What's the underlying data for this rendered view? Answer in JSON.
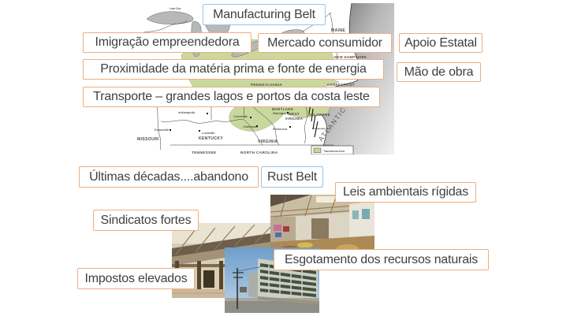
{
  "colors": {
    "orange_border": "#EFAD7E",
    "blue_border": "#9DC3E6",
    "text": "#3F3F3F",
    "belt_green": "#C9D89E",
    "lake_gray": "#B8B8B8"
  },
  "boxes": {
    "manufacturing_belt": "Manufacturing Belt",
    "imigracao": "Imigração empreendedora",
    "mercado": "Mercado consumidor",
    "apoio": "Apoio Estatal",
    "proximidade": "Proximidade da matéria prima e fonte de energia",
    "mao_de_obra": "Mão de obra",
    "transporte": "Transporte – grandes lagos e portos da costa leste",
    "ultimas": "Últimas décadas....abandono",
    "rust_belt": "Rust Belt",
    "leis": "Leis ambientais rígidas",
    "sindicatos": "Sindicatos fortes",
    "esgotamento": "Esgotamento dos recursos naturais",
    "impostos": "Impostos elevados"
  },
  "map": {
    "state_labels": {
      "maine": "MAINE",
      "new_hampshire": "NEW HAMPSHIRE",
      "connecticut": "CONNECTICUT",
      "pennsylvania": "PENNSYLVANIA",
      "maryland": "MARYLAND",
      "delaware": "DELAWARE",
      "west_virginia_line1": "WEST",
      "west_virginia_line2": "VIRGINIA",
      "virginia": "VIRGINIA",
      "kentucky": "KENTUCKY",
      "missouri": "MISSOURI",
      "tennessee": "TENNESSEE",
      "north_carolina": "NORTH CAROLINA"
    },
    "cities": {
      "indianapolis": "Indianapolis",
      "cincinnati": "Cincinnati",
      "evansville": "Evansville",
      "louisville": "Louisville",
      "charleston": "Charleston",
      "richmond": "Richmond",
      "washington": "Washington"
    },
    "lake_label": "Lake Sup",
    "bay_label": "Chesapeake Bay",
    "ocean_label": "ATLANTIC O",
    "legend_label": "Transitional Area"
  }
}
